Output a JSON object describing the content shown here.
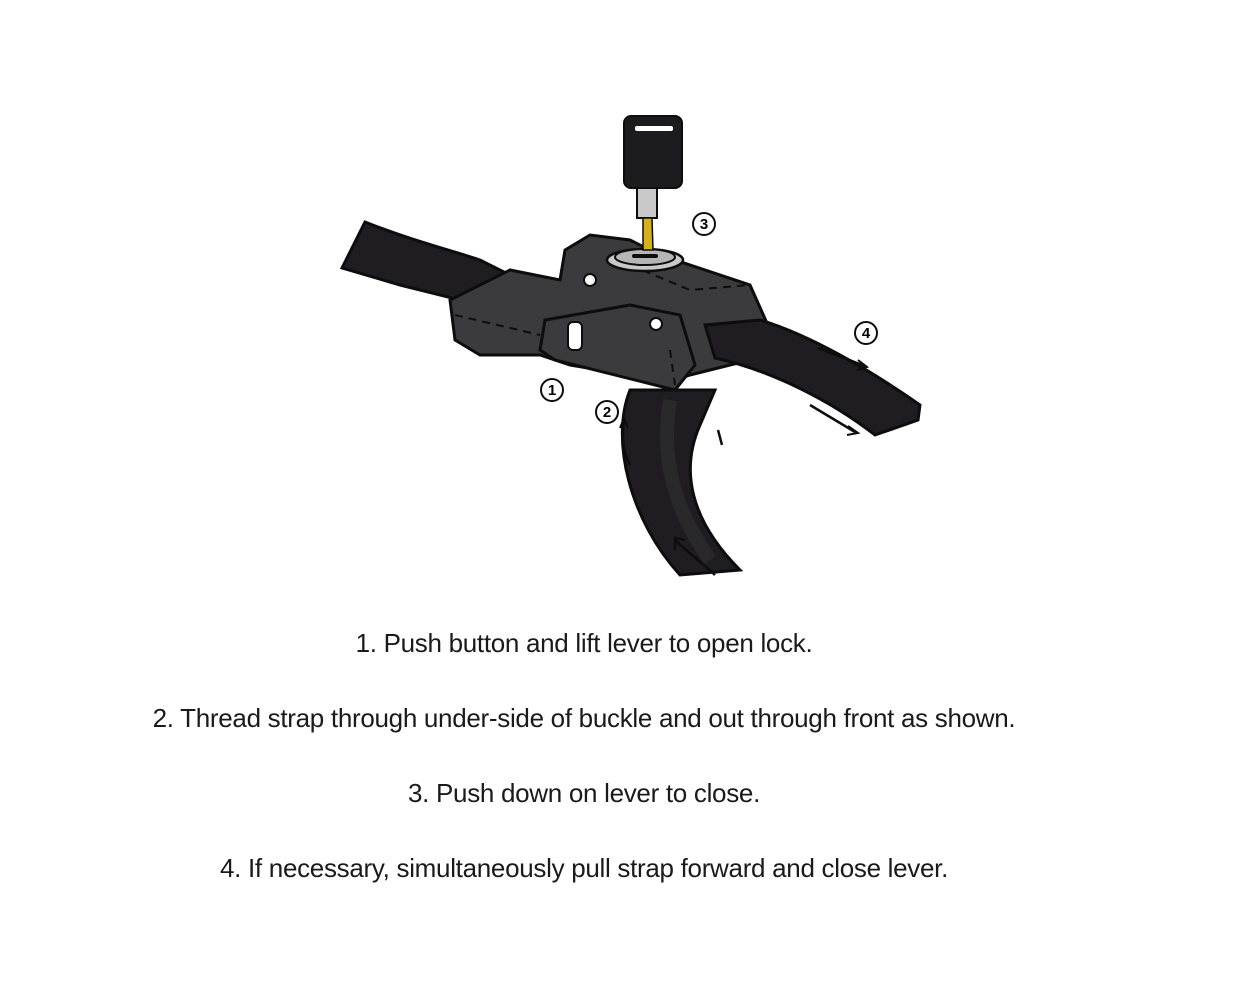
{
  "diagram": {
    "subject": "ratchet-buckle-with-key",
    "callouts": [
      {
        "number": "1",
        "label": "1"
      },
      {
        "number": "2",
        "label": "2"
      },
      {
        "number": "3",
        "label": "3"
      },
      {
        "number": "4",
        "label": "4"
      }
    ],
    "colors": {
      "strap": "#1f1c22",
      "buckle": "#3b3b3d",
      "outline": "#0d0d0d",
      "key_blade": "#d4b21c",
      "key_head": "#1c1c1e",
      "lock_cylinder": "#c9c9c9"
    }
  },
  "instructions": [
    {
      "text": "1. Push button and lift lever to open lock."
    },
    {
      "text": "2. Thread strap through under-side of buckle and out through front as shown."
    },
    {
      "text": "3. Push down on lever to close."
    },
    {
      "text": "4. If necessary, simultaneously pull strap forward and close lever."
    }
  ]
}
